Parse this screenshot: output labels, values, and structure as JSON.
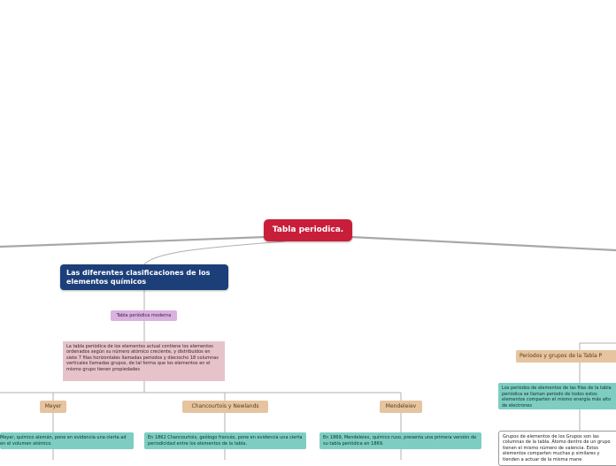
{
  "root": {
    "title": "Tabla periodica."
  },
  "main_topic": {
    "label": "Las diferentes clasificaciones de los elementos químicos"
  },
  "modern_table": {
    "label": "Tabla periódica moderna"
  },
  "description": {
    "text": "La tabla periódica de los elementos actual contiene los elementos ordenados según su número atómico creciente, y distribuidos en siete 7 filas horizontales llamadas periodos y dieciocho 18 columnas verticales llamadas grupos, de tal forma que los elementos en el mismo grupo tienen propiedades"
  },
  "branches": [
    {
      "label": "Meyer",
      "detail": "Meyer, químico alemán, pone en evidencia una cierta ad en el volumen atómico."
    },
    {
      "label": "Chancourtois y Newlands",
      "detail": "En 1862 Chancourtois, geólogo francés, pone en evidencia una cierta periodicidad entre los elementos de la tabla."
    },
    {
      "label": "Mendeleiev",
      "detail": "En 1869, Mendeleiev, químico ruso, presenta una primera versión de su tabla periódica en 1869."
    }
  ],
  "right_branch": {
    "label": "Periodos y grupos de la Tabla P",
    "periods_text": "Los periodos de elementos de las filas de la tabla periódica se llaman periodo de todos estos elementos comparten el mismo energía más alto de electrones",
    "groups_text": "Grupos de elementos de los Grupos son las columnas de la tabla. Átomo dentro de un grupo tienen el mismo número de valencia. Estos elementos comparten muchas p similares y tienden a actuar de la misma mane"
  }
}
